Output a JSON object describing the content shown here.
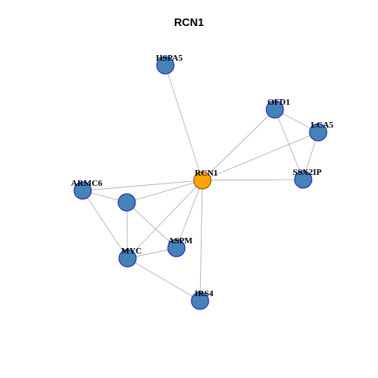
{
  "title": "RCN1",
  "colors": {
    "edge": "#b3b3b3",
    "node_default": "#4682b4",
    "node_default_stroke": "#1c1cd4",
    "node_focus": "#ffa500",
    "node_focus_stroke": "#8b4513"
  },
  "nodes": [
    {
      "id": "RCN1",
      "label": "RCN1",
      "focus": true
    },
    {
      "id": "HSPA5",
      "label": "HSPA5",
      "focus": false
    },
    {
      "id": "OFD1",
      "label": "OFD1",
      "focus": false
    },
    {
      "id": "LCA5",
      "label": "LCA5",
      "focus": false
    },
    {
      "id": "SSX2IP",
      "label": "SSX2IP",
      "focus": false
    },
    {
      "id": "ARMC6",
      "label": "ARMC6",
      "focus": false
    },
    {
      "id": "UNLABELED",
      "label": "",
      "focus": false
    },
    {
      "id": "ASPM",
      "label": "ASPM",
      "focus": false
    },
    {
      "id": "MYC",
      "label": "MYC",
      "focus": false
    },
    {
      "id": "IRS4",
      "label": "IRS4",
      "focus": false
    }
  ],
  "edges": [
    [
      "HSPA5",
      "RCN1"
    ],
    [
      "OFD1",
      "RCN1"
    ],
    [
      "OFD1",
      "LCA5"
    ],
    [
      "OFD1",
      "SSX2IP"
    ],
    [
      "LCA5",
      "RCN1"
    ],
    [
      "LCA5",
      "SSX2IP"
    ],
    [
      "SSX2IP",
      "RCN1"
    ],
    [
      "ARMC6",
      "RCN1"
    ],
    [
      "ARMC6",
      "UNLABELED"
    ],
    [
      "ARMC6",
      "MYC"
    ],
    [
      "UNLABELED",
      "RCN1"
    ],
    [
      "UNLABELED",
      "MYC"
    ],
    [
      "UNLABELED",
      "ASPM"
    ],
    [
      "ASPM",
      "RCN1"
    ],
    [
      "ASPM",
      "MYC"
    ],
    [
      "MYC",
      "RCN1"
    ],
    [
      "MYC",
      "IRS4"
    ],
    [
      "IRS4",
      "RCN1"
    ]
  ]
}
